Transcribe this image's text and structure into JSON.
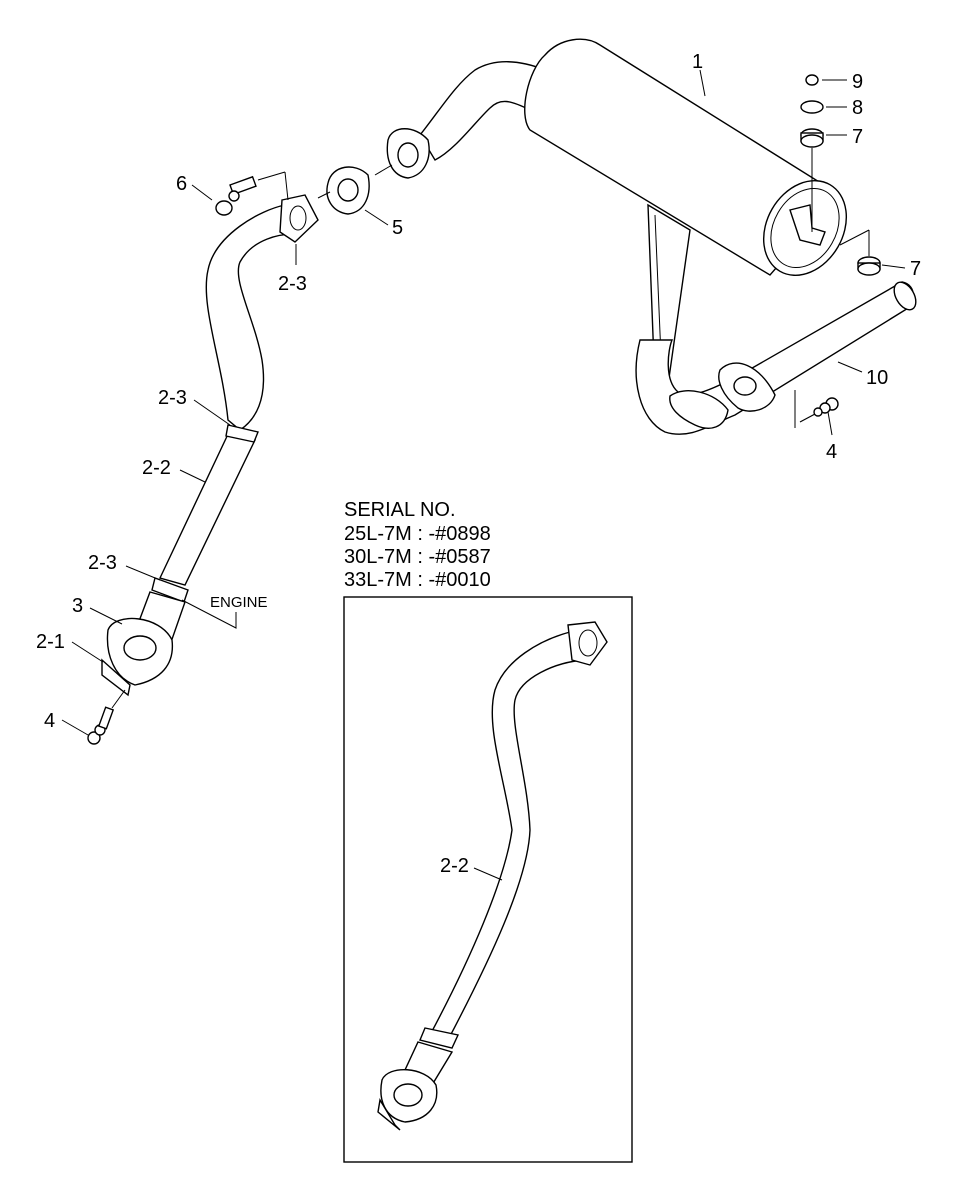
{
  "diagram": {
    "labels": {
      "p1": "1",
      "p2_1": "2-1",
      "p2_2a": "2-2",
      "p2_2b": "2-2",
      "p2_3a": "2-3",
      "p2_3b": "2-3",
      "p2_3c": "2-3",
      "p3": "3",
      "p4a": "4",
      "p4b": "4",
      "p5": "5",
      "p6": "6",
      "p7a": "7",
      "p7b": "7",
      "p8": "8",
      "p9": "9",
      "p10": "10",
      "engine": "ENGINE"
    },
    "serial": {
      "title": "SERIAL NO.",
      "line1": "25L-7M : -#0898",
      "line2": "30L-7M : -#0587",
      "line3": "33L-7M : -#0010"
    }
  }
}
